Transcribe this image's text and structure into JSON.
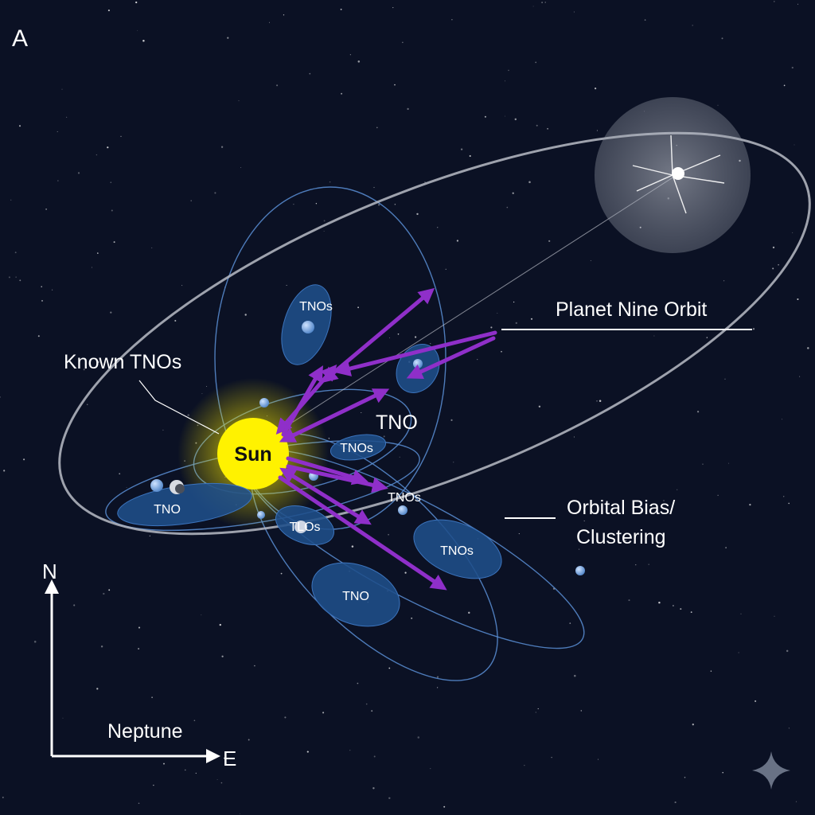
{
  "panel_label": "A",
  "labels": {
    "sun": "Sun",
    "known_tnos": "Known TNOs",
    "planet_nine_orbit": "Planet Nine Orbit",
    "tno_center": "TNO",
    "orbital_bias_line1": "Orbital Bias/",
    "orbital_bias_line2": "Clustering",
    "neptune": "Neptune"
  },
  "clusters": {
    "tnos_upper": "TNOs",
    "tnos_mid": "TNOs",
    "tno_left": "TNO",
    "tnos_small": "TNOs",
    "tnos_garbled": "TLOs",
    "tnos_right": "TNOs",
    "tno_bottom": "TNO"
  },
  "compass": {
    "north": "N",
    "east": "E"
  },
  "colors": {
    "background": "#0b1124",
    "sun": "#fff200",
    "orbit_blue": "#5b8fd6",
    "planet_nine_orbit": "#b8bcc6",
    "arrow": "#8f2fc9",
    "cluster": "#1f4f8a"
  }
}
